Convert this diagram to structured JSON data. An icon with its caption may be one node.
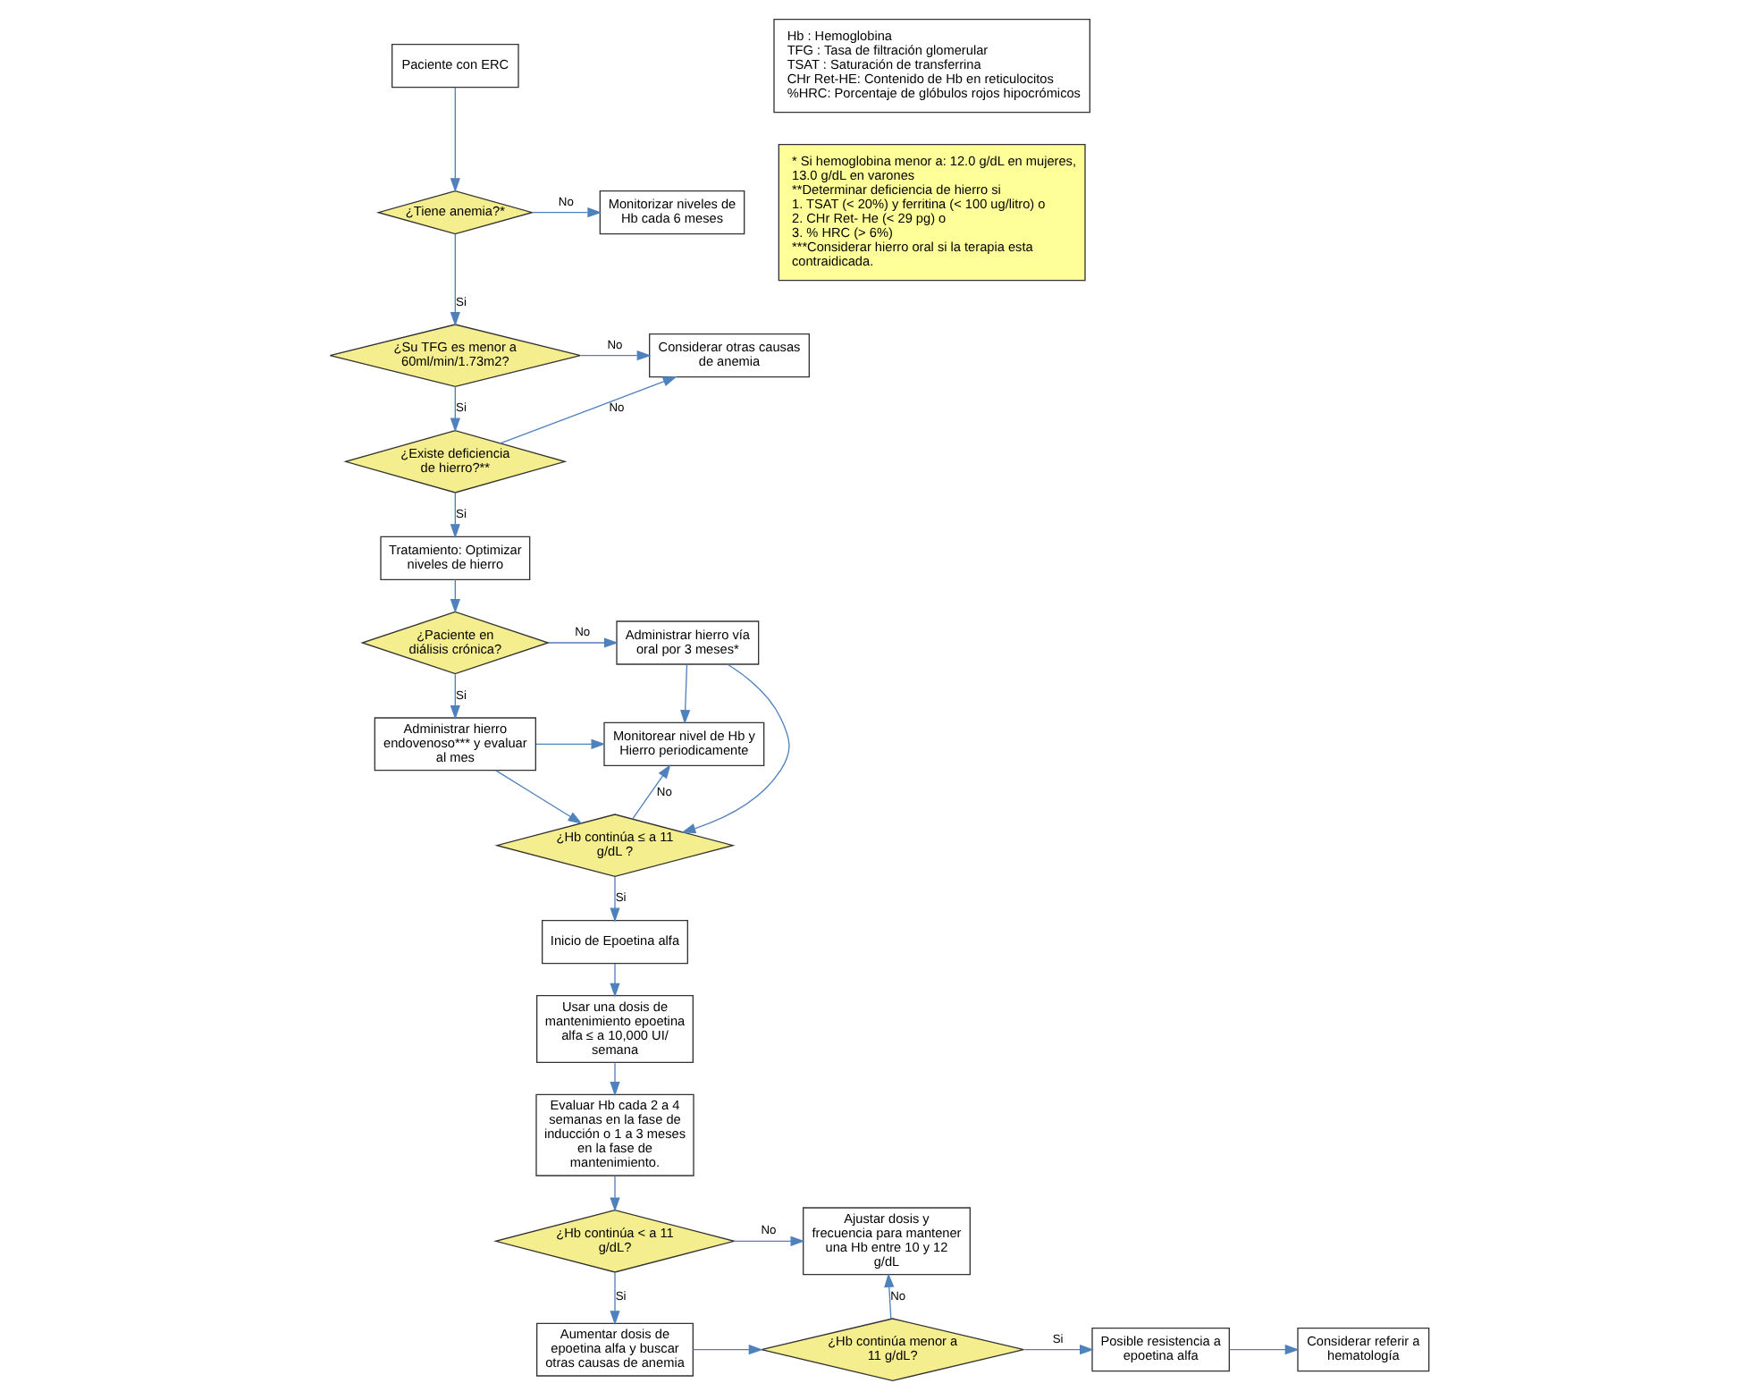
{
  "diagram": {
    "nodes": [
      {
        "text": [
          "Paciente con ERC"
        ]
      },
      {
        "text": [
          "¿Tiene anemia?*"
        ]
      },
      {
        "text": [
          "Monitorizar niveles de Hb cada 6 meses"
        ]
      },
      {
        "text": [
          "¿Su TFG es menor a 60ml/min/1.73m2?"
        ]
      },
      {
        "text": [
          "Considerar otras causas de anemia"
        ]
      },
      {
        "text": [
          "¿Existe deficiencia de hierro?**"
        ]
      },
      {
        "text": [
          "Tratamiento: Optimizar niveles de hierro"
        ]
      },
      {
        "text": [
          "¿Paciente en diálisis crónica?"
        ]
      },
      {
        "text": [
          "Administrar hierro vía oral por 3 meses*"
        ]
      },
      {
        "text": [
          "Administrar hierro endovenoso*** y evaluar al mes"
        ]
      },
      {
        "text": [
          "Monitorear nivel de Hb y Hierro periodicamente"
        ]
      },
      {
        "text": [
          "¿Hb continúa ≤ a 11 g/dL ?"
        ]
      },
      {
        "text": [
          "Inicio de Epoetina alfa"
        ]
      },
      {
        "text": [
          "Usar una dosis de mantenimiento epoetina alfa ≤ a 10,000 UI/ semana"
        ]
      },
      {
        "text": [
          "Evaluar Hb cada 2 a 4 semanas en la fase de inducción o 1 a 3 meses en la fase de mantenimiento."
        ]
      },
      {
        "text": [
          "¿Hb continúa < a 11 g/dL?"
        ]
      },
      {
        "text": [
          "Ajustar dosis y frecuencia para mantener una Hb entre 10 y 12 g/dL"
        ]
      },
      {
        "text": [
          "Aumentar dosis de epoetina alfa y buscar otras causas de anemia"
        ]
      },
      {
        "text": [
          "¿Hb continúa menor a 11 g/dL?"
        ]
      },
      {
        "text": [
          "Posible resistencia a epoetina alfa"
        ]
      },
      {
        "text": [
          "Considerar referir a hematología"
        ]
      },
      {
        "text": [
          "Hb : Hemoglobina",
          "TFG : Tasa de filtración glomerular",
          "TSAT : Saturación de transferrina",
          "CHr Ret-HE: Contenido de Hb en reticulocitos",
          "%HRC: Porcentaje de glóbulos rojos hipocrómicos"
        ]
      },
      {
        "text": [
          "* Si hemoglobina menor a: 12.0 g/dL en mujeres, 13.0 g/dL en varones",
          "**Determinar deficiencia de hierro si",
          "1. TSAT (< 20%) y ferritina (< 100 ug/litro) o",
          "2. CHr Ret- He (< 29 pg) o",
          "3. % HRC (> 6%)",
          "***Considerar hierro oral si la terapia esta contraidicada."
        ]
      }
    ],
    "edges": [
      {
        "from": 0,
        "to": 1,
        "arrow": "to"
      },
      {
        "from": 1,
        "to": 2,
        "arrow": "to",
        "label": "No"
      },
      {
        "from": 1,
        "to": 3,
        "arrow": "to",
        "label": "Si"
      },
      {
        "from": 3,
        "to": 4,
        "arrow": "to",
        "label": "No"
      },
      {
        "from": 3,
        "to": 5,
        "arrow": "to",
        "label": "Si"
      },
      {
        "from": 5,
        "to": 4,
        "arrow": "to",
        "label": "No"
      },
      {
        "from": 5,
        "to": 6,
        "arrow": "to",
        "label": "Si"
      },
      {
        "from": 6,
        "to": 7,
        "arrow": "to"
      },
      {
        "from": 7,
        "to": 8,
        "arrow": "to",
        "label": "No"
      },
      {
        "from": 7,
        "to": 9,
        "arrow": "to",
        "label": "Si"
      },
      {
        "from": 8,
        "to": 10,
        "arrow": "to"
      },
      {
        "from": 9,
        "to": 10,
        "arrow": "to"
      },
      {
        "from": 9,
        "to": 11,
        "arrow": "to"
      },
      {
        "from": 11,
        "to": 10,
        "arrow": "to",
        "label": "No"
      },
      {
        "from": 8,
        "to": 11,
        "arrow": "to"
      },
      {
        "from": 11,
        "to": 12,
        "arrow": "to",
        "label": "Si"
      },
      {
        "from": 12,
        "to": 13,
        "arrow": "to"
      },
      {
        "from": 13,
        "to": 14,
        "arrow": "to"
      },
      {
        "from": 14,
        "to": 15,
        "arrow": "to"
      },
      {
        "from": 15,
        "to": 16,
        "arrow": "to",
        "label": "No"
      },
      {
        "from": 15,
        "to": 17,
        "arrow": "to",
        "label": "Si"
      },
      {
        "from": 17,
        "to": 18,
        "arrow": "to"
      },
      {
        "from": 18,
        "to": 16,
        "arrow": "to",
        "label": "No"
      },
      {
        "from": 18,
        "to": 19,
        "arrow": "to",
        "label": "Si"
      },
      {
        "from": 19,
        "to": 20,
        "arrow": "to"
      }
    ]
  }
}
